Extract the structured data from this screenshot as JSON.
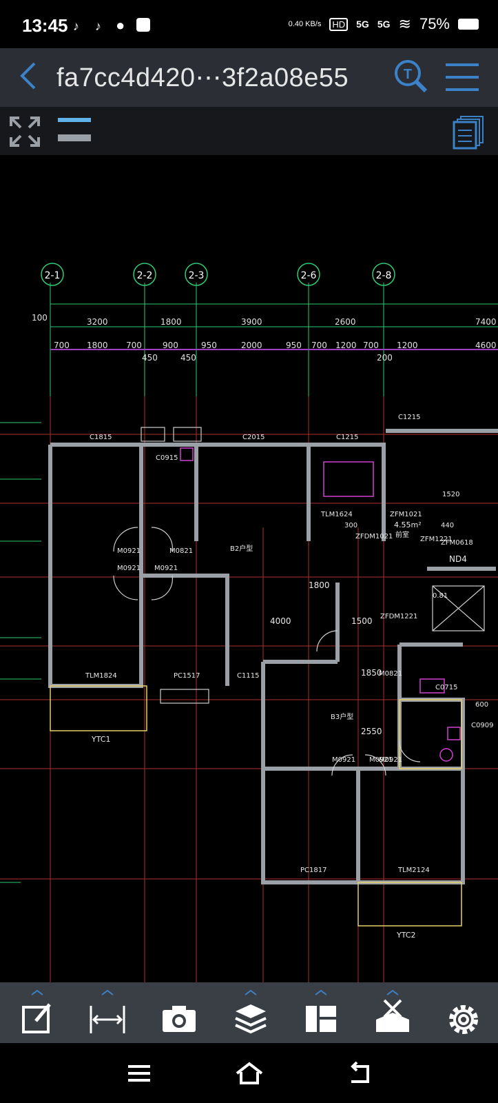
{
  "status_bar": {
    "time": "13:45",
    "network_speed": "0.40 KB/s",
    "signal_1": "5G",
    "signal_2": "5G",
    "battery": "75%"
  },
  "title_bar": {
    "back_icon": "chevron-left-icon",
    "file_name": "fa7cc4d420⋯3f2a08e55",
    "search_icon": "text-search-icon",
    "menu_icon": "hamburger-menu-icon"
  },
  "toolbar": {
    "fullscreen_icon": "expand-arrows-icon",
    "layout_icon": "lines-icon",
    "pages_icon": "pages-icon"
  },
  "drawing": {
    "axis_labels": [
      "2-1",
      "2-2",
      "2-3",
      "2-6",
      "2-8"
    ],
    "top_dims": [
      "100",
      "3200",
      "1800",
      "3900",
      "2600",
      "7400"
    ],
    "second_dims": [
      "700",
      "1800",
      "700",
      "900",
      "950",
      "2000",
      "950",
      "700",
      "1200",
      "700",
      "1200",
      "4600"
    ],
    "third_dims": [
      "450",
      "450",
      "200"
    ],
    "labels": [
      "C1815",
      "C0915",
      "C2015",
      "C1215",
      "C1215",
      "TLM1624",
      "ZFM1021",
      "4.55m²",
      "1520",
      "M0921",
      "M0821",
      "M0921",
      "M0921",
      "B2户型",
      "ZFDM1021",
      "前室",
      "ZFM1221",
      "ZFM0618",
      "ND4",
      "1800",
      "4000",
      "1500",
      "ZFDM1221",
      "0.81",
      "TLM1824",
      "PC1517",
      "C1115",
      "YTC1",
      "C0715",
      "1850",
      "M0821",
      "M0921",
      "B3户型",
      "2550",
      "M0921",
      "M0921",
      "PC1817",
      "TLM2124",
      "YTC2",
      "600",
      "C0909",
      "300",
      "440"
    ]
  },
  "bottom_bar": {
    "tools": [
      "edit-icon",
      "measure-icon",
      "camera-icon",
      "layers-icon",
      "layout-icon",
      "toolbox-icon",
      "settings-icon"
    ]
  },
  "nav_bar": {
    "buttons": [
      "menu-icon",
      "home-icon",
      "back-icon"
    ]
  },
  "colors": {
    "accent_blue": "#3b82c8",
    "title_bg": "#2b2f35",
    "bottom_bg": "#3a3e45",
    "wall_gray": "#9aa0a6",
    "grid_red": "#c0392b",
    "grid_green": "#2ecc71"
  }
}
